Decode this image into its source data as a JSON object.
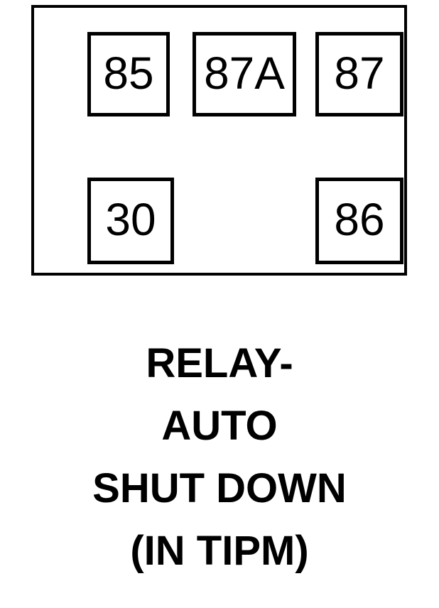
{
  "diagram": {
    "type": "automotive-relay-pinout",
    "body": {
      "shape": "rectangle",
      "stroke_color": "#000000",
      "fill_color": "#ffffff"
    },
    "pins": [
      {
        "id": "pin-85",
        "label": "85",
        "row": "top",
        "position": "left"
      },
      {
        "id": "pin-87a",
        "label": "87A",
        "row": "top",
        "position": "center"
      },
      {
        "id": "pin-87",
        "label": "87",
        "row": "top",
        "position": "right"
      },
      {
        "id": "pin-30",
        "label": "30",
        "row": "bottom",
        "position": "left"
      },
      {
        "id": "pin-86",
        "label": "86",
        "row": "bottom",
        "position": "right"
      }
    ],
    "caption": {
      "lines": [
        "RELAY-",
        "AUTO",
        "SHUT DOWN",
        "(IN TIPM)"
      ],
      "full_text": "RELAY- AUTO SHUT DOWN (IN TIPM)"
    }
  }
}
